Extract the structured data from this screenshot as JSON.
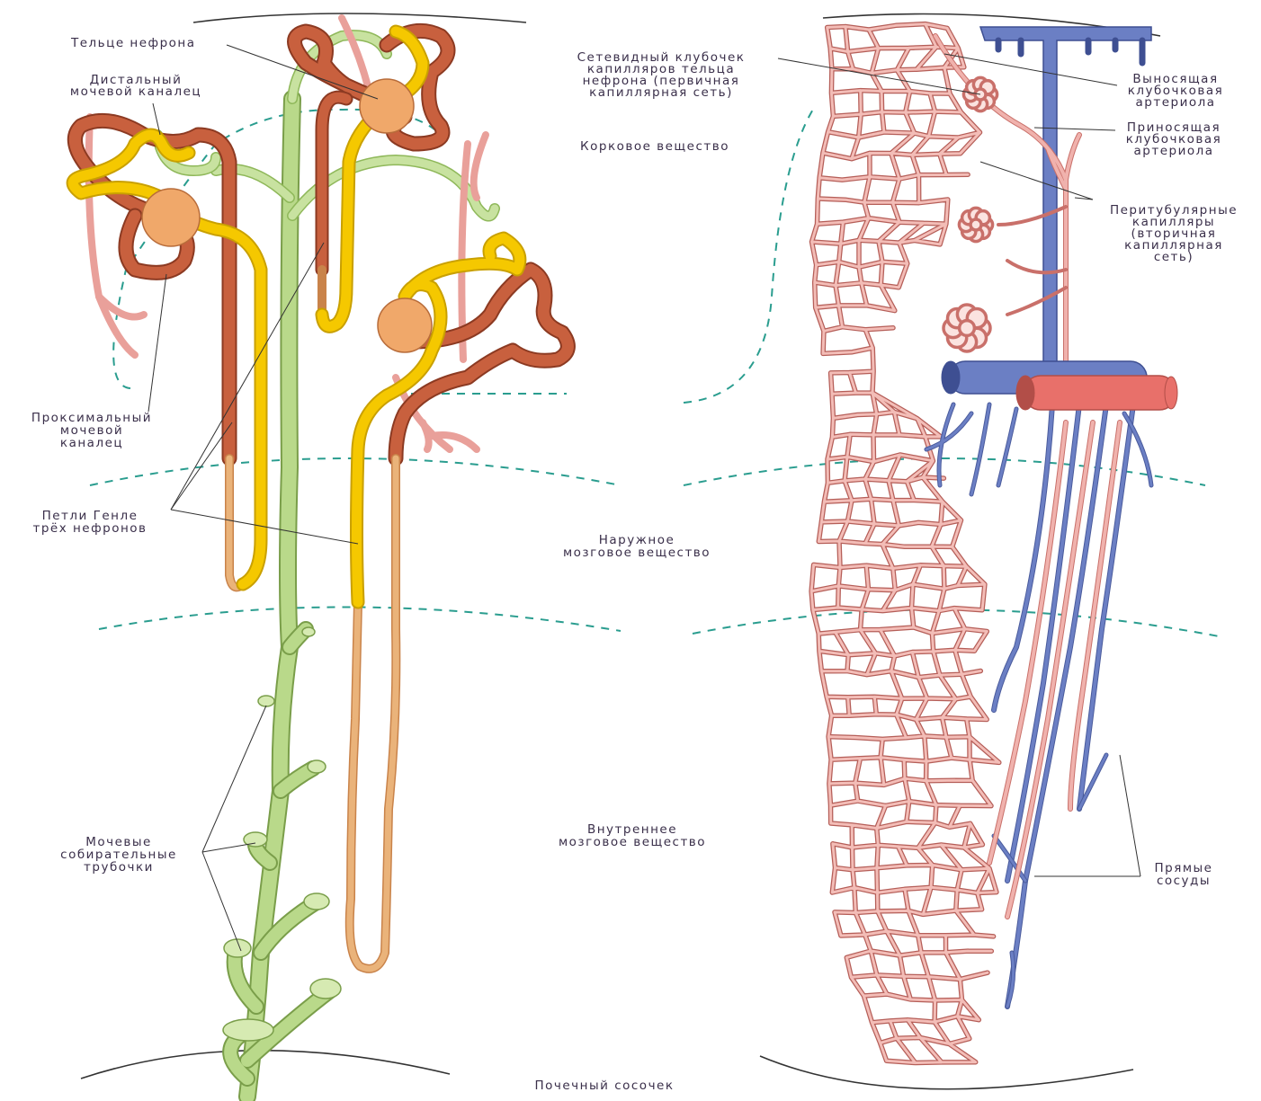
{
  "labels": {
    "renal_corpuscle": "Тельце нефрона",
    "distal_tubule": [
      "Дистальный",
      "мочевой каналец"
    ],
    "proximal_tubule": [
      "Проксимальный",
      "мочевой",
      "каналец"
    ],
    "henle_loops": [
      "Петли Генле",
      "трёх нефронов"
    ],
    "collecting_ducts": [
      "Мочевые",
      "собирательные",
      "трубочки"
    ],
    "glomerular_network": [
      "Сетевидный клубочек",
      "капилляров тельца",
      "нефрона (первичная",
      "капиллярная сеть)"
    ],
    "efferent_arteriole": [
      "Выносящая",
      "клубочковая",
      "артериола"
    ],
    "afferent_arteriole": [
      "Приносящая",
      "клубочковая",
      "артериола"
    ],
    "peritubular_capillaries": [
      "Перитубулярные",
      "капилляры",
      "(вторичная",
      "капиллярная",
      "сеть)"
    ],
    "vasa_recta": [
      "Прямые",
      "сосуды"
    ]
  },
  "zones": {
    "cortex": "Корковое вещество",
    "outer_medulla": [
      "Наружное",
      "мозговое вещество"
    ],
    "inner_medulla": [
      "Внутреннее",
      "мозговое вещество"
    ],
    "papilla": "Почечный сосочек"
  },
  "colors": {
    "proximal_tubule": "#c8603e",
    "distal_tubule": "#f5c800",
    "henle_thin_limb": "#e8a35c",
    "collecting_duct": "#b9d98a",
    "capillary": "#e9a09a",
    "vein": "#6b7fc4",
    "artery": "#e8706a",
    "glomerulus": "#f0a86a",
    "zone_divider": "#2a9d8f"
  }
}
